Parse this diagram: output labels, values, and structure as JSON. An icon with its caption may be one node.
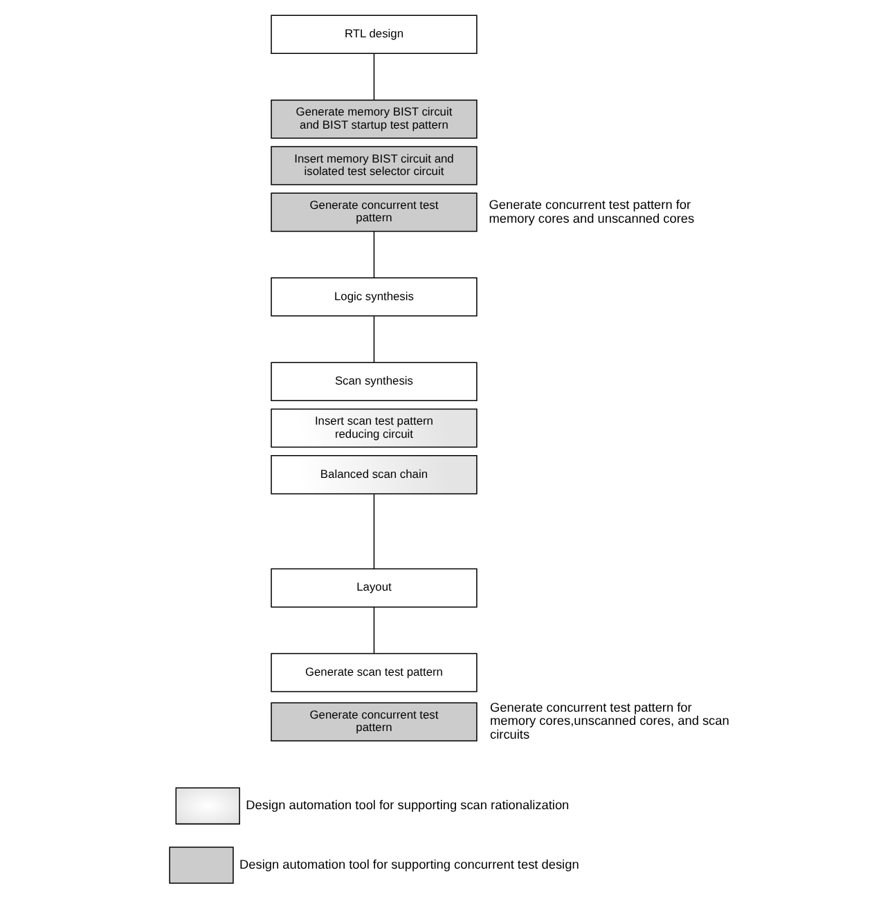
{
  "diagram": {
    "nodes": [
      {
        "text": [
          "RTL design"
        ]
      },
      {
        "text": [
          "Generate memory BIST circuit and BIST startup test pattern"
        ]
      },
      {
        "text": [
          "Insert memory BIST circuit and isolated test selector circuit"
        ]
      },
      {
        "text": [
          "Generate concurrent test pattern"
        ],
        "beside": [
          "Generate concurrent test pattern for memory cores and unscanned cores"
        ]
      },
      {
        "text": [
          "Logic synthesis"
        ]
      },
      {
        "text": [
          "Scan synthesis"
        ]
      },
      {
        "text": [
          "Insert scan test pattern reducing circuit"
        ]
      },
      {
        "text": [
          "Balanced scan chain"
        ]
      },
      {
        "text": [
          "Layout"
        ]
      },
      {
        "text": [
          "Generate scan test pattern"
        ]
      },
      {
        "text": [
          "Generate concurrent test pattern"
        ],
        "beside": [
          "Generate concurrent test pattern for memory cores,unscanned cores, and scan circuits"
        ]
      }
    ],
    "edges": [
      {
        "from": 0,
        "to": 1,
        "arrow": "none"
      },
      {
        "from": 3,
        "to": 4,
        "arrow": "none"
      },
      {
        "from": 4,
        "to": 5,
        "arrow": "none"
      },
      {
        "from": 7,
        "to": 8,
        "arrow": "none"
      },
      {
        "from": 8,
        "to": 9,
        "arrow": "none"
      }
    ],
    "legend": [
      {
        "text": "Design automation tool for supporting scan rationalization"
      },
      {
        "text": "Design automation tool for supporting concurrent test design",
        "color": "#cccccc"
      }
    ]
  }
}
